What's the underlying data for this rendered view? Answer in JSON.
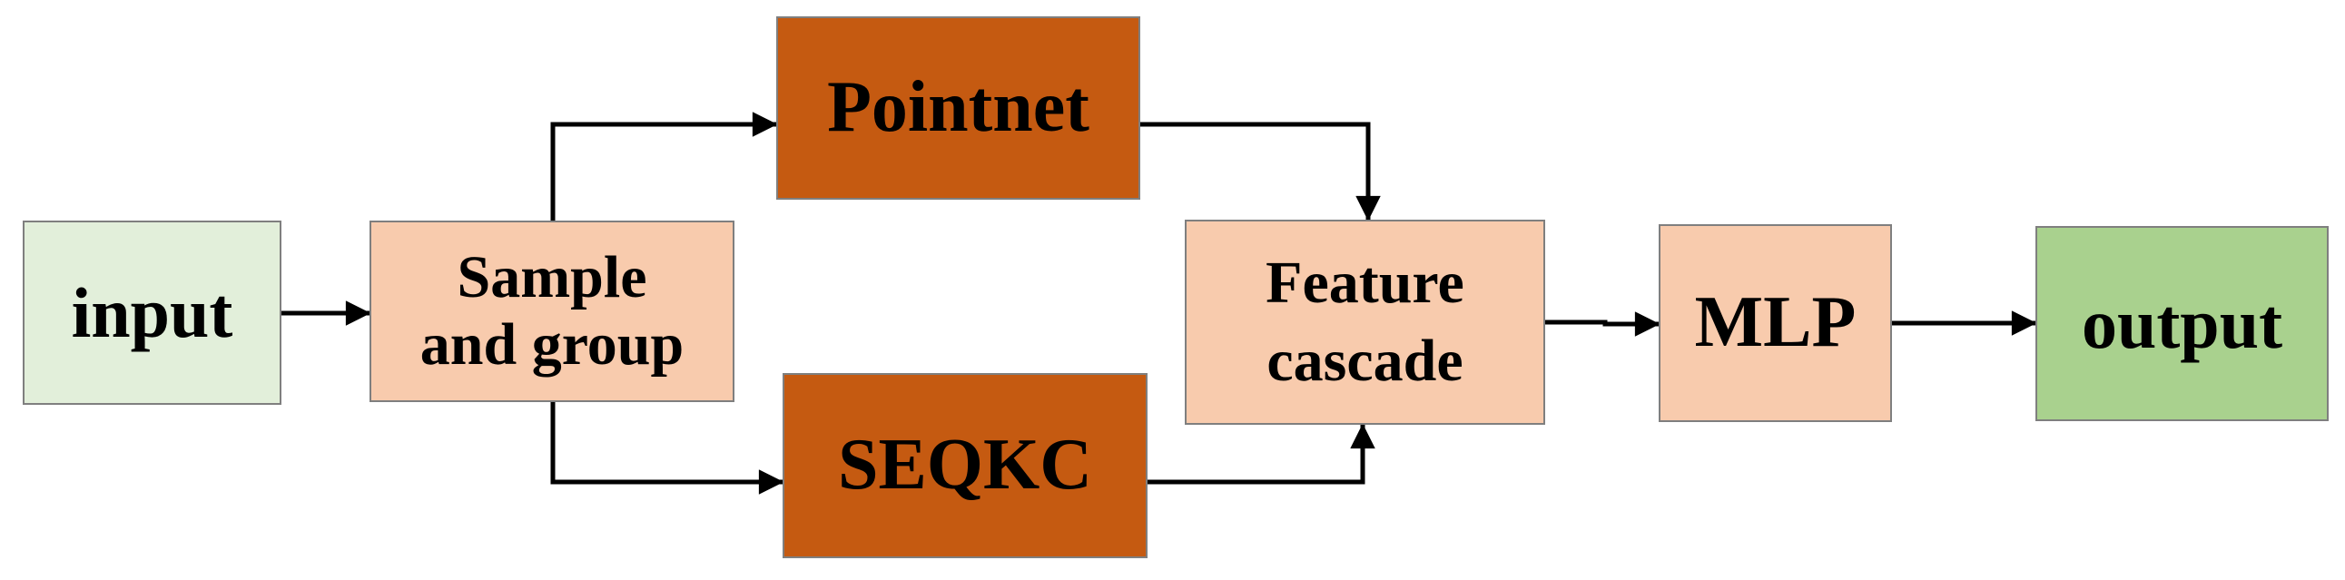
{
  "diagram": {
    "nodes": {
      "input": {
        "label": "input",
        "color": "#e2efda"
      },
      "sample_group": {
        "label": "Sample\nand group",
        "color": "#f8cbad"
      },
      "pointnet": {
        "label": "Pointnet",
        "color": "#c55a11"
      },
      "seqkc": {
        "label": "SEQKC",
        "color": "#c55a11"
      },
      "feature_cascade": {
        "label": "Feature\ncascade",
        "color": "#f8cbad"
      },
      "mlp": {
        "label": "MLP",
        "color": "#f8cbad"
      },
      "output": {
        "label": "output",
        "color": "#a9d18e"
      }
    },
    "edges": [
      {
        "from": "input",
        "to": "sample_group"
      },
      {
        "from": "sample_group",
        "to": "pointnet"
      },
      {
        "from": "sample_group",
        "to": "seqkc"
      },
      {
        "from": "pointnet",
        "to": "feature_cascade"
      },
      {
        "from": "seqkc",
        "to": "feature_cascade"
      },
      {
        "from": "feature_cascade",
        "to": "mlp"
      },
      {
        "from": "mlp",
        "to": "output"
      }
    ]
  }
}
